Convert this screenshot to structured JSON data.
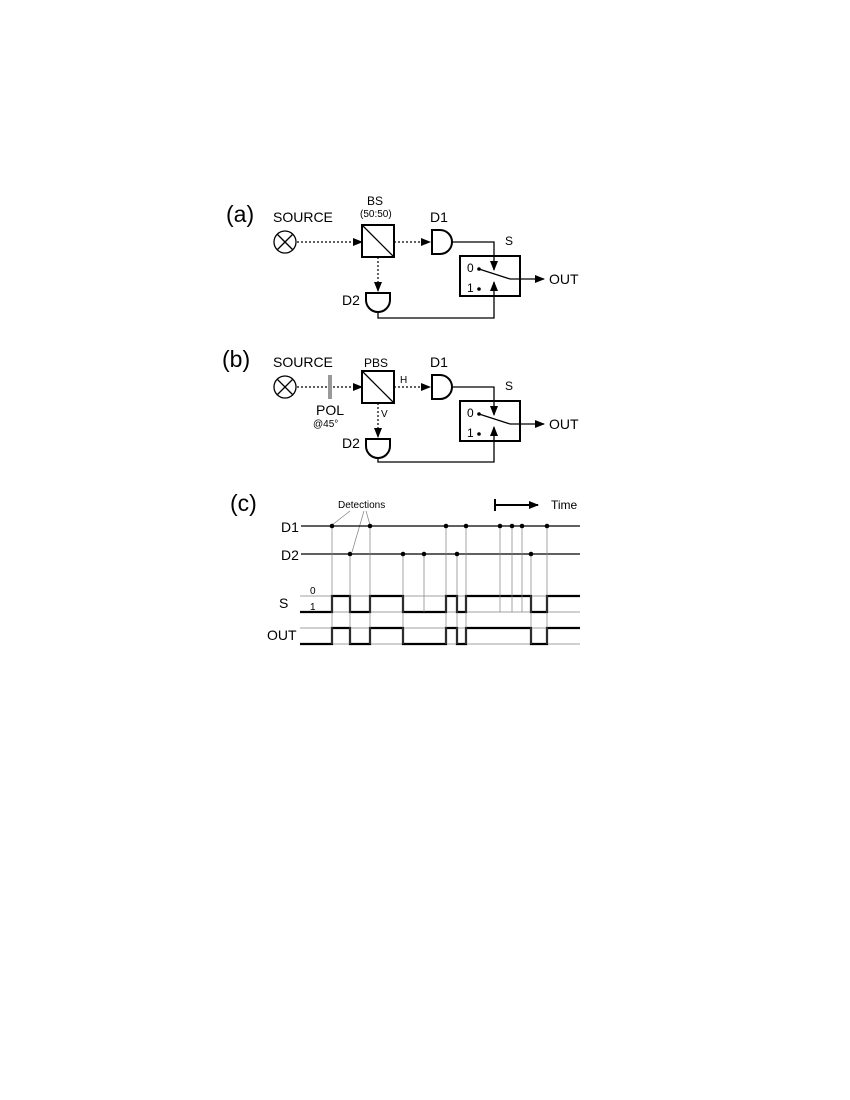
{
  "panel_a": {
    "tag": "(a)",
    "source": "SOURCE",
    "bs": "BS",
    "bs_ratio": "(50:50)",
    "d1": "D1",
    "d2": "D2",
    "switch": "S",
    "state0": "0",
    "state1": "1",
    "out": "OUT"
  },
  "panel_b": {
    "tag": "(b)",
    "source": "SOURCE",
    "pbs": "PBS",
    "pol": "POL",
    "pol_angle": "@45°",
    "h": "H",
    "v": "V",
    "d1": "D1",
    "d2": "D2",
    "switch": "S",
    "state0": "0",
    "state1": "1",
    "out": "OUT"
  },
  "panel_c": {
    "tag": "(c)",
    "detections": "Detections",
    "time": "Time",
    "d1": "D1",
    "d2": "D2",
    "s": "S",
    "s0": "0",
    "s1": "1",
    "out": "OUT"
  },
  "colors": {
    "line": "#000000",
    "guide": "#808080",
    "polarizer": "#999999"
  }
}
